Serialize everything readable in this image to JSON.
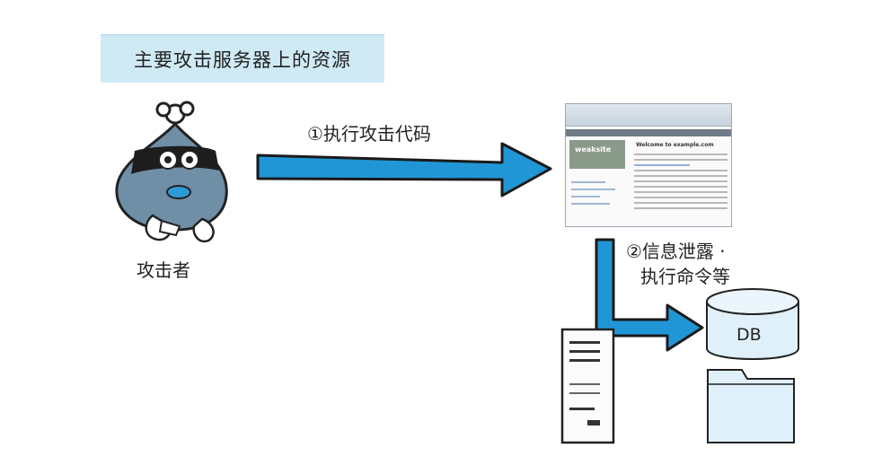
{
  "title": "主要攻击服务器上的资源",
  "attacker_label": "攻击者",
  "step1_label": "①执行攻击代码",
  "step2_line1": "②信息泄露 ·",
  "step2_line2": "执行命令等",
  "db_label": "DB",
  "website": {
    "logo_text": "weaksite",
    "heading": "Welcome to example.com"
  },
  "colors": {
    "arrow": "#2196d6",
    "title_bg": "#cfe9f5",
    "storage_fill": "#dff0fa",
    "attacker_body": "#6f8fa6"
  }
}
